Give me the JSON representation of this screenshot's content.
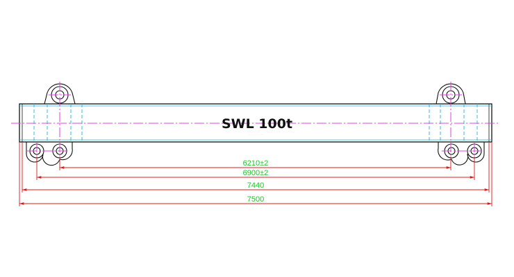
{
  "drawing": {
    "label": "SWL 100t",
    "watermark": "· · · · · · ·"
  },
  "dimensions": [
    {
      "id": "dim-6210",
      "text": "6210±2"
    },
    {
      "id": "dim-6900",
      "text": "6900±2"
    },
    {
      "id": "dim-7440",
      "text": "7440"
    },
    {
      "id": "dim-7500",
      "text": "7500"
    }
  ],
  "colors": {
    "outline": "#111111",
    "centerline": "#e040e0",
    "hidden": "#1fb8d8",
    "dimension": "#e01818",
    "dimension_text": "#22c02a"
  }
}
